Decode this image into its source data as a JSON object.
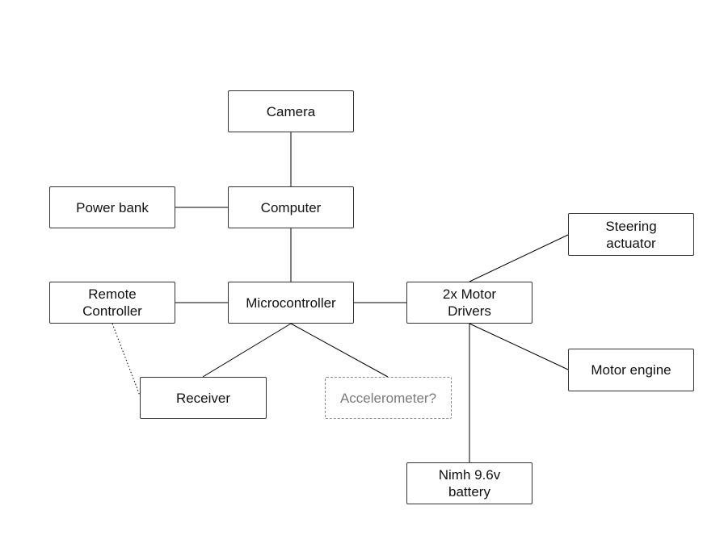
{
  "nodes": {
    "camera": "Camera",
    "computer": "Computer",
    "power_bank": "Power bank",
    "remote_controller": "Remote\nController",
    "microcontroller": "Microcontroller",
    "motor_drivers": "2x Motor\nDrivers",
    "steering_actuator": "Steering\nactuator",
    "motor_engine": "Motor engine",
    "receiver": "Receiver",
    "accelerometer": "Accelerometer?",
    "battery": "Nimh 9.6v\nbattery"
  },
  "edges": [
    {
      "from": "camera",
      "to": "computer",
      "style": "solid"
    },
    {
      "from": "power_bank",
      "to": "computer",
      "style": "solid"
    },
    {
      "from": "computer",
      "to": "microcontroller",
      "style": "solid"
    },
    {
      "from": "remote_controller",
      "to": "microcontroller",
      "style": "solid"
    },
    {
      "from": "microcontroller",
      "to": "motor_drivers",
      "style": "solid"
    },
    {
      "from": "microcontroller",
      "to": "receiver",
      "style": "solid"
    },
    {
      "from": "microcontroller",
      "to": "accelerometer",
      "style": "solid"
    },
    {
      "from": "motor_drivers",
      "to": "steering_actuator",
      "style": "solid"
    },
    {
      "from": "motor_drivers",
      "to": "motor_engine",
      "style": "solid"
    },
    {
      "from": "motor_drivers",
      "to": "battery",
      "style": "solid"
    },
    {
      "from": "remote_controller",
      "to": "receiver",
      "style": "dotted"
    }
  ],
  "colors": {
    "line": "#000000",
    "box_border": "#333333",
    "optional_border": "#8a8a8a",
    "optional_text": "#7a7a7a"
  }
}
